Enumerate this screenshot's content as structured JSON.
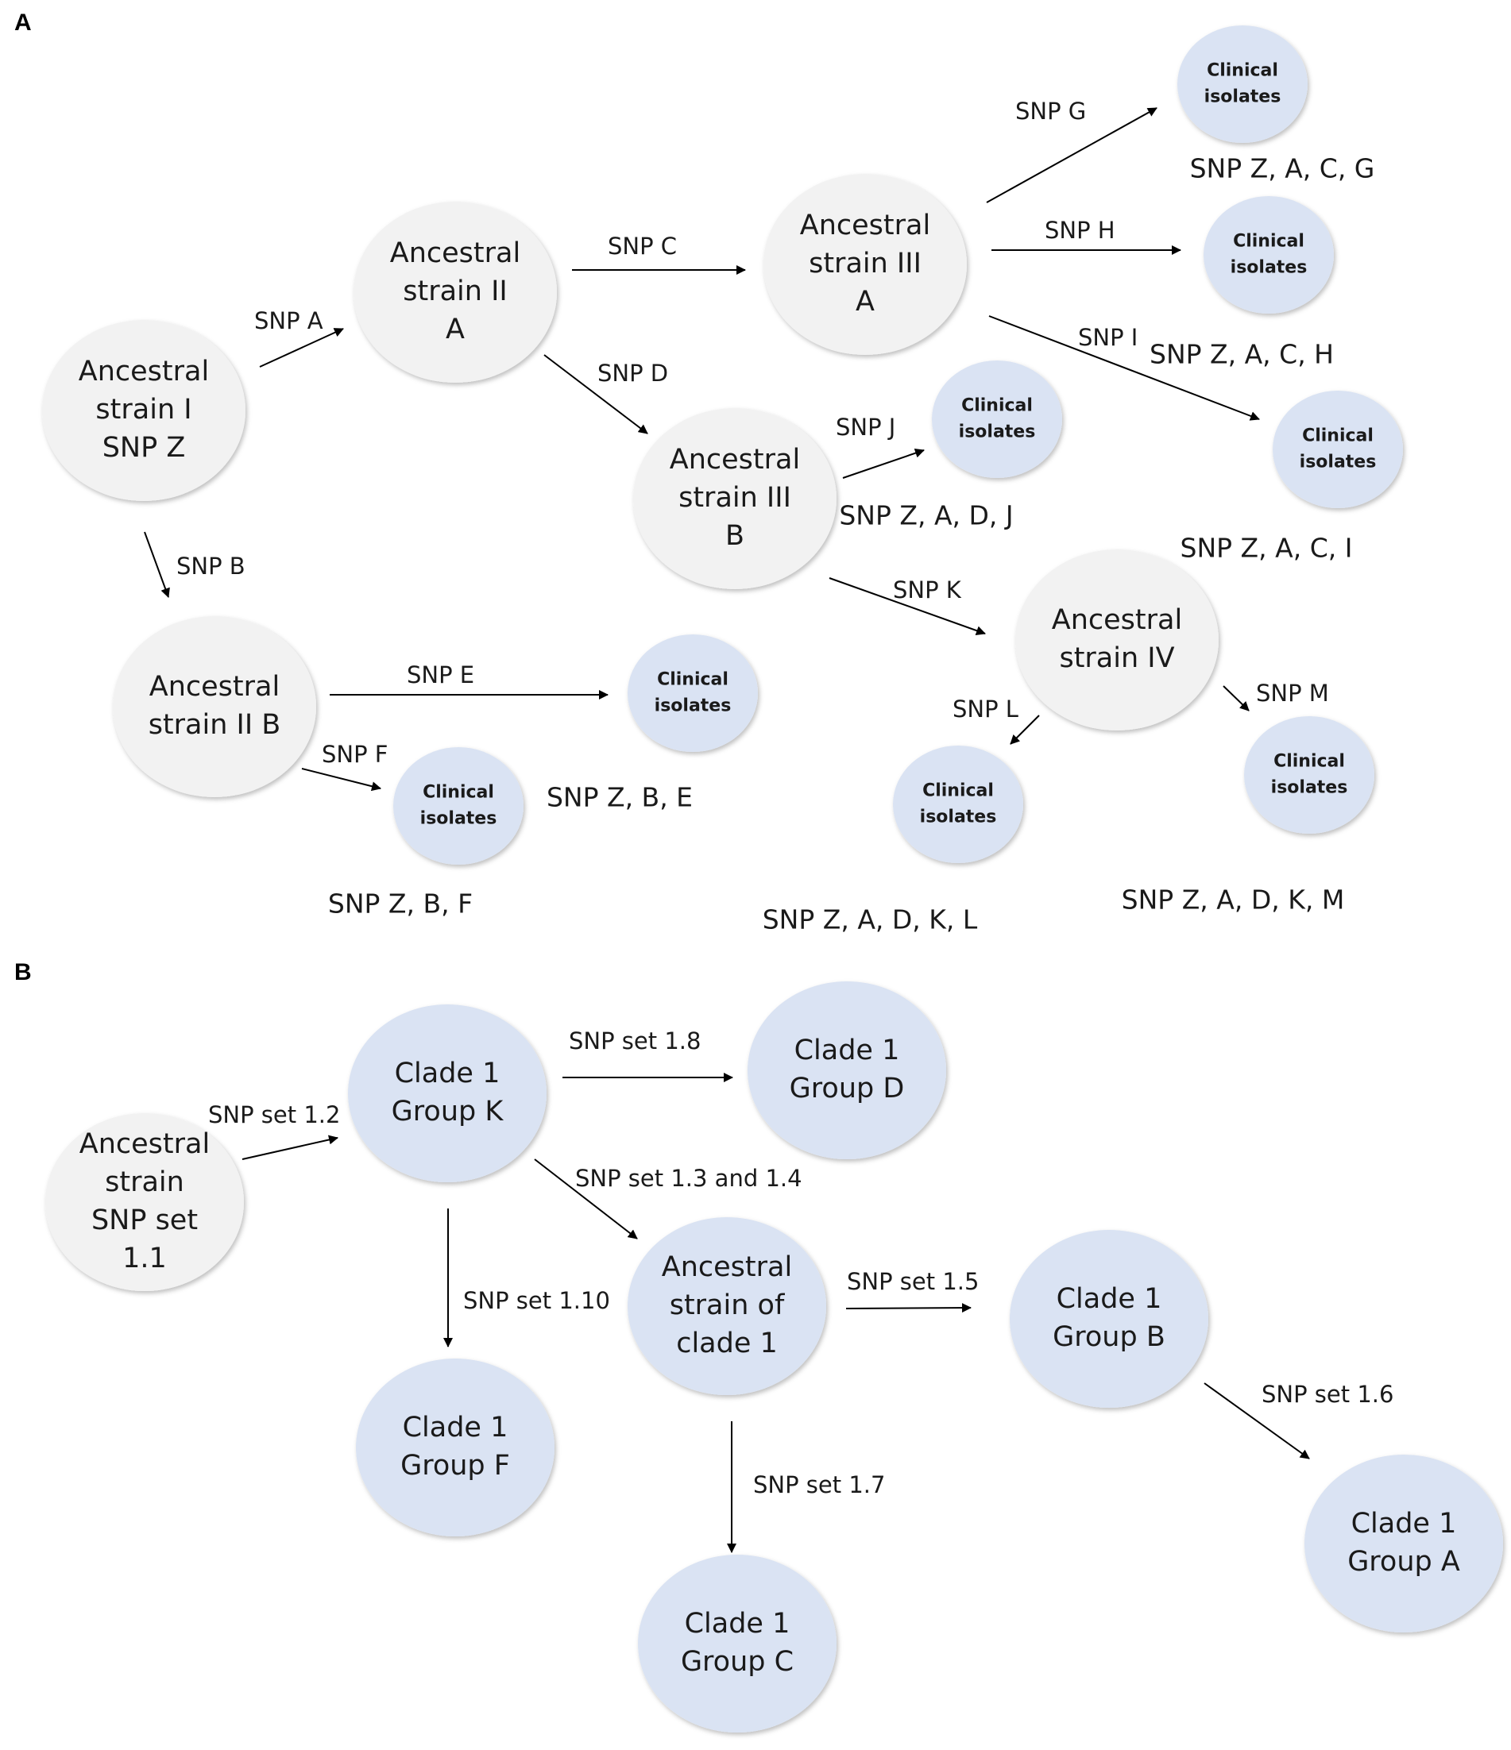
{
  "panels": [
    {
      "label": "A",
      "nodes": [
        {
          "id": "anc1",
          "kind": "ancestral",
          "lines": [
            "Ancestral",
            "strain I",
            "SNP Z"
          ]
        },
        {
          "id": "anc2a",
          "kind": "ancestral",
          "lines": [
            "Ancestral",
            "strain II",
            "A"
          ]
        },
        {
          "id": "anc3a",
          "kind": "ancestral",
          "lines": [
            "Ancestral",
            "strain III",
            "A"
          ]
        },
        {
          "id": "anc3b",
          "kind": "ancestral",
          "lines": [
            "Ancestral",
            "strain III",
            "B"
          ]
        },
        {
          "id": "anc2b",
          "kind": "ancestral",
          "lines": [
            "Ancestral",
            "strain II B"
          ]
        },
        {
          "id": "anc4",
          "kind": "ancestral",
          "lines": [
            "Ancestral",
            "strain IV"
          ]
        },
        {
          "id": "ci_g",
          "kind": "clinical",
          "lines": [
            "Clinical",
            "isolates"
          ]
        },
        {
          "id": "ci_h",
          "kind": "clinical",
          "lines": [
            "Clinical",
            "isolates"
          ]
        },
        {
          "id": "ci_i",
          "kind": "clinical",
          "lines": [
            "Clinical",
            "isolates"
          ]
        },
        {
          "id": "ci_j",
          "kind": "clinical",
          "lines": [
            "Clinical",
            "isolates"
          ]
        },
        {
          "id": "ci_e",
          "kind": "clinical",
          "lines": [
            "Clinical",
            "isolates"
          ]
        },
        {
          "id": "ci_f",
          "kind": "clinical",
          "lines": [
            "Clinical",
            "isolates"
          ]
        },
        {
          "id": "ci_l",
          "kind": "clinical",
          "lines": [
            "Clinical",
            "isolates"
          ]
        },
        {
          "id": "ci_m",
          "kind": "clinical",
          "lines": [
            "Clinical",
            "isolates"
          ]
        }
      ],
      "edges": [
        {
          "id": "e_a",
          "from": "anc1",
          "to": "anc2a",
          "label": "SNP A"
        },
        {
          "id": "e_b",
          "from": "anc1",
          "to": "anc2b",
          "label": "SNP B"
        },
        {
          "id": "e_c",
          "from": "anc2a",
          "to": "anc3a",
          "label": "SNP C"
        },
        {
          "id": "e_d",
          "from": "anc2a",
          "to": "anc3b",
          "label": "SNP D"
        },
        {
          "id": "e_g",
          "from": "anc3a",
          "to": "ci_g",
          "label": "SNP G"
        },
        {
          "id": "e_h",
          "from": "anc3a",
          "to": "ci_h",
          "label": "SNP H"
        },
        {
          "id": "e_i",
          "from": "anc3a",
          "to": "ci_i",
          "label": "SNP I"
        },
        {
          "id": "e_j",
          "from": "anc3b",
          "to": "ci_j",
          "label": "SNP J"
        },
        {
          "id": "e_k",
          "from": "anc3b",
          "to": "anc4",
          "label": "SNP K"
        },
        {
          "id": "e_e",
          "from": "anc2b",
          "to": "ci_e",
          "label": "SNP E"
        },
        {
          "id": "e_f",
          "from": "anc2b",
          "to": "ci_f",
          "label": "SNP F"
        },
        {
          "id": "e_l",
          "from": "anc4",
          "to": "ci_l",
          "label": "SNP L"
        },
        {
          "id": "e_m",
          "from": "anc4",
          "to": "ci_m",
          "label": "SNP M"
        }
      ],
      "snp_labels": [
        {
          "id": "s_g",
          "text": "SNP Z, A, C, G"
        },
        {
          "id": "s_h",
          "text": "SNP Z, A, C, H"
        },
        {
          "id": "s_j",
          "text": "SNP Z, A, D, J"
        },
        {
          "id": "s_i",
          "text": "SNP Z, A, C, I"
        },
        {
          "id": "s_e",
          "text": "SNP Z, B, E"
        },
        {
          "id": "s_f",
          "text": "SNP Z, B, F"
        },
        {
          "id": "s_l",
          "text": "SNP Z, A, D, K, L"
        },
        {
          "id": "s_m",
          "text": "SNP Z, A, D, K, M"
        }
      ]
    },
    {
      "label": "B",
      "nodes": [
        {
          "id": "b_anc",
          "kind": "ancestral",
          "lines": [
            "Ancestral",
            "strain",
            "SNP set",
            "1.1"
          ]
        },
        {
          "id": "b_k",
          "kind": "clade",
          "lines": [
            "Clade 1",
            "Group K"
          ]
        },
        {
          "id": "b_d",
          "kind": "clade",
          "lines": [
            "Clade 1",
            "Group D"
          ]
        },
        {
          "id": "b_ancc",
          "kind": "clade",
          "lines": [
            "Ancestral",
            "strain of",
            "clade 1"
          ]
        },
        {
          "id": "b_b",
          "kind": "clade",
          "lines": [
            "Clade 1",
            "Group B"
          ]
        },
        {
          "id": "b_f",
          "kind": "clade",
          "lines": [
            "Clade 1",
            "Group F"
          ]
        },
        {
          "id": "b_a",
          "kind": "clade",
          "lines": [
            "Clade 1",
            "Group A"
          ]
        },
        {
          "id": "b_c",
          "kind": "clade",
          "lines": [
            "Clade 1",
            "Group C"
          ]
        }
      ],
      "edges": [
        {
          "id": "be_12",
          "from": "b_anc",
          "to": "b_k",
          "label": "SNP set 1.2"
        },
        {
          "id": "be_18",
          "from": "b_k",
          "to": "b_d",
          "label": "SNP set 1.8"
        },
        {
          "id": "be_134",
          "from": "b_k",
          "to": "b_ancc",
          "label": "SNP set 1.3 and 1.4"
        },
        {
          "id": "be_110",
          "from": "b_k",
          "to": "b_f",
          "label": "SNP set 1.10"
        },
        {
          "id": "be_15",
          "from": "b_ancc",
          "to": "b_b",
          "label": "SNP set 1.5"
        },
        {
          "id": "be_17",
          "from": "b_ancc",
          "to": "b_c",
          "label": "SNP set 1.7"
        },
        {
          "id": "be_16",
          "from": "b_b",
          "to": "b_a",
          "label": "SNP set 1.6"
        }
      ],
      "snp_labels": []
    }
  ],
  "colors": {
    "ancestral": "#f2f2f2",
    "clinical": "#dae3f3",
    "clade": "#dae3f3",
    "line": "#000000",
    "text": "#1a1a1a"
  }
}
